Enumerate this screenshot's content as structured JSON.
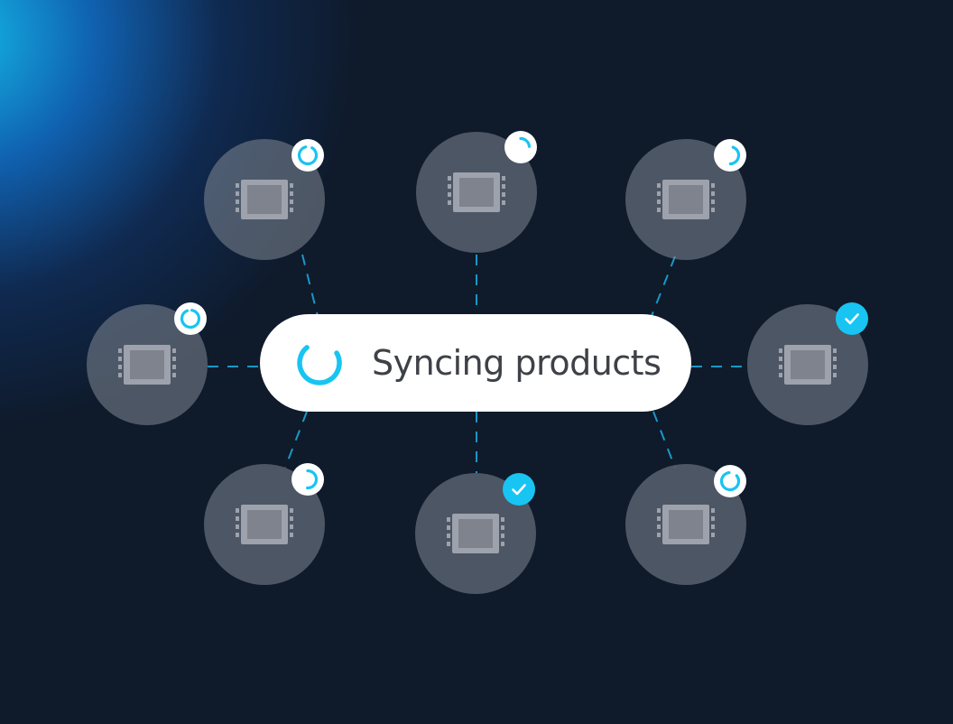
{
  "status": {
    "label": "Syncing products",
    "spinner_icon": "loading-spinner-icon"
  },
  "colors": {
    "background": "#0f1a2a",
    "accent": "#18c4f2",
    "node_fill": "#6d7380",
    "pill": "#ffffff",
    "text": "#3e4147"
  },
  "nodes": [
    {
      "name": "product-top-left",
      "icon": "product-film-icon",
      "state": "syncing"
    },
    {
      "name": "product-top-center",
      "icon": "product-film-icon",
      "state": "syncing"
    },
    {
      "name": "product-top-right",
      "icon": "product-film-icon",
      "state": "syncing"
    },
    {
      "name": "product-middle-left",
      "icon": "product-film-icon",
      "state": "syncing"
    },
    {
      "name": "product-middle-right",
      "icon": "product-film-icon",
      "state": "done"
    },
    {
      "name": "product-bottom-left",
      "icon": "product-film-icon",
      "state": "syncing"
    },
    {
      "name": "product-bottom-center",
      "icon": "product-film-icon",
      "state": "done"
    },
    {
      "name": "product-bottom-right",
      "icon": "product-film-icon",
      "state": "syncing"
    }
  ]
}
